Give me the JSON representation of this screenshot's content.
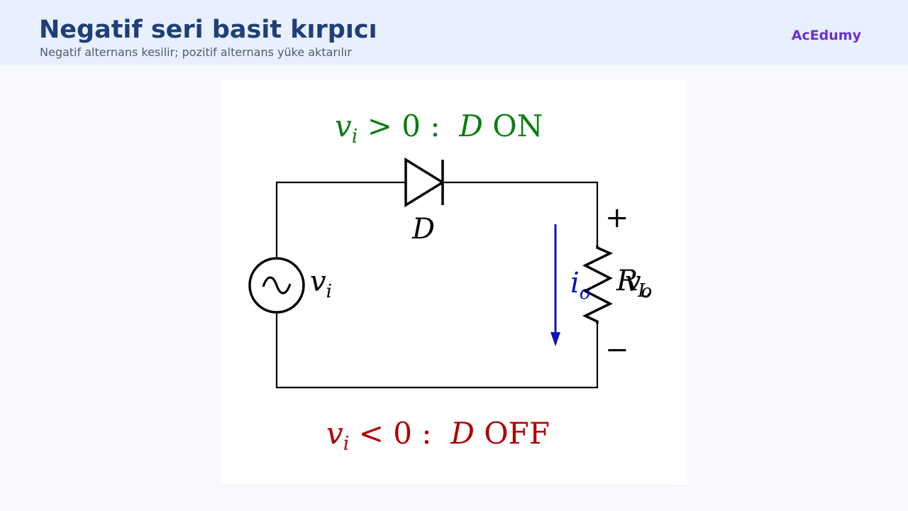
{
  "header": {
    "title": "Negatif seri basit kırpıcı",
    "subtitle": "Negatif alternans kesilir; pozitif alternans yüke aktarılır",
    "brand": "AcEdumy"
  },
  "diagram": {
    "condition_on": {
      "var": "v",
      "sub": "i",
      "relation": " > 0 :  ",
      "device": "D",
      "state": " ON",
      "color": "#0a7d10"
    },
    "condition_off": {
      "var": "v",
      "sub": "i",
      "relation": " < 0 :  ",
      "device": "D",
      "state": " OFF",
      "color": "#b00000"
    },
    "diode_label": "D",
    "source_label": {
      "var": "v",
      "sub": "i"
    },
    "current_label": {
      "var": "i",
      "sub": "o",
      "color": "#0a14b4"
    },
    "load_label": {
      "var": "R",
      "sub": "L"
    },
    "output_label": {
      "var": "v",
      "sub": "o"
    },
    "plus_sign": "+",
    "minus_sign": "−"
  }
}
